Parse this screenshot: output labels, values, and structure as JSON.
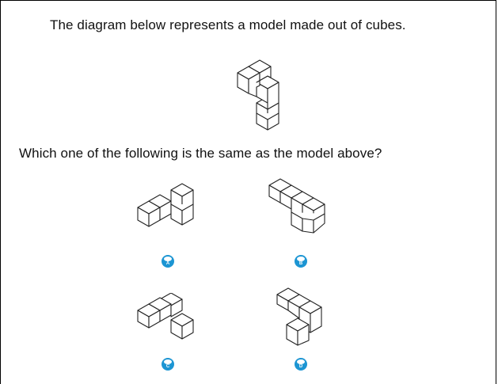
{
  "question": {
    "stem": "The diagram below represents a model made out of cubes.",
    "prompt": "Which one of the following is the same as the model above?"
  },
  "options": [
    {
      "letter": "A"
    },
    {
      "letter": "B"
    },
    {
      "letter": "C"
    },
    {
      "letter": "D"
    }
  ],
  "colors": {
    "bubble": "#1c95d3",
    "border": "#000000",
    "line": "#222222"
  },
  "icons": {
    "bubble": "radio-bubble-icon",
    "figure": "isometric-cube-model"
  }
}
